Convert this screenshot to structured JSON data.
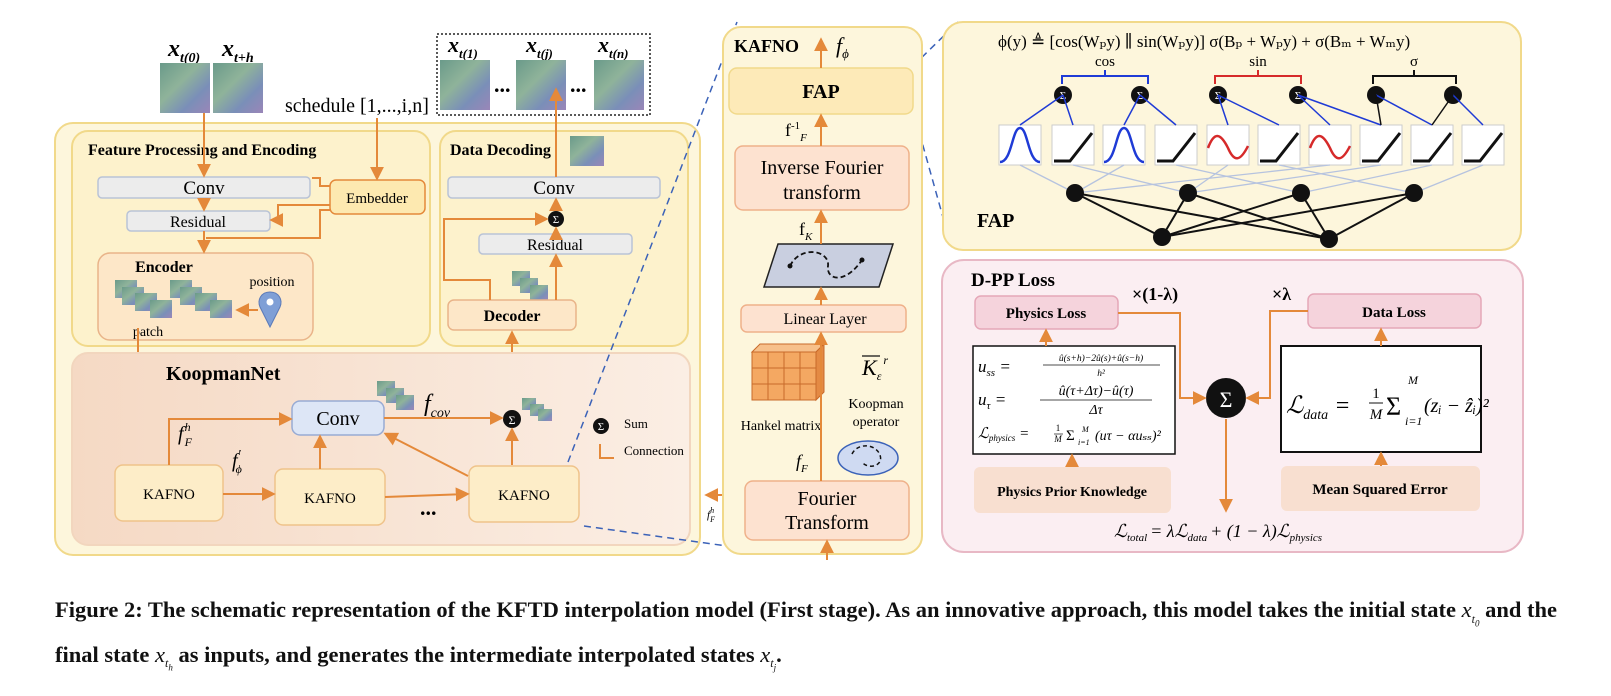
{
  "left": {
    "inputs": {
      "x0": "x",
      "x0_sub": "t(0)",
      "xh": "x",
      "xh_sub": "t+h"
    },
    "outputs": {
      "x1": "x",
      "x1_sub": "t(1)",
      "xj": "x",
      "xj_sub": "t(j)",
      "xn": "x",
      "xn_sub": "t(n)",
      "dots": "..."
    },
    "schedule": "schedule [1,...,i,n]",
    "fpe": {
      "title": "Feature Processing and Encoding",
      "conv": "Conv",
      "residual": "Residual",
      "embedder": "Embedder",
      "encoder": "Encoder",
      "position": "position",
      "patch": "patch"
    },
    "decoding": {
      "title": "Data Decoding",
      "conv": "Conv",
      "residual": "Residual",
      "decoder": "Decoder"
    },
    "koopman": {
      "title": "KoopmanNet",
      "conv": "Conv",
      "kafno1": "KAFNO",
      "kafno2": "KAFNO",
      "kafno3": "KAFNO",
      "dots": "...",
      "f_cov": "f",
      "f_cov_sub": "cov",
      "f_F_h": "f",
      "f_F_h_sub": "F",
      "f_F_h_sup": "h",
      "f_phi_p": "f",
      "f_phi_p_sup": "′",
      "f_phi_p_sub": "ϕ"
    },
    "legend": {
      "sum": "Sum",
      "connection": "Connection"
    },
    "out_label": "f",
    "out_label_sub": "F",
    "out_label_sup": "h"
  },
  "kafno": {
    "title": "KAFNO",
    "f_phi": "f",
    "f_phi_sub": "ϕ",
    "fap": "FAP",
    "inv_label": "f",
    "inv_label_sup": "-1",
    "inv_label_sub": "F",
    "inverse": [
      "Inverse Fourier",
      "transform"
    ],
    "fk": "f",
    "fk_sub": "K",
    "linear": "Linear Layer",
    "hankel": "Hankel matrix",
    "koop_sym": "K",
    "koop_sub": "ε",
    "koop_sup": "r",
    "koop_op": [
      "Koopman",
      "operator"
    ],
    "ff": "f",
    "ff_sub": "F",
    "fourier": [
      "Fourier",
      "Transform"
    ]
  },
  "fap": {
    "equation": "ϕ(y)  ≜  [cos(Wₚy) ∥ sin(Wₚy)] σ(Bₚ + Wₚy) + σ(Bₘ + Wₘy)",
    "cos": "cos",
    "sin": "sin",
    "sigma": "σ",
    "label": "FAP",
    "colors": {
      "cos": "#1f3bd6",
      "sin": "#d62a2a"
    }
  },
  "dpp": {
    "title": "D-PP Loss",
    "physics_loss": "Physics Loss",
    "data_loss": "Data Loss",
    "weight_phys": "×(1-λ)",
    "weight_data": "×λ",
    "eq_uss_lhs": "u",
    "eq_uss_sub": "ss",
    "eq_uss_num": "û(s+h)−2û(s)+û(s−h)",
    "eq_uss_den": "h²",
    "eq_ut_lhs": "u",
    "eq_ut_sub": "τ",
    "eq_ut_num": "û(τ+Δτ)−û(τ)",
    "eq_ut_den": "Δτ",
    "eq_lphys": "ℒ",
    "eq_lphys_sub": "physics",
    "eq_lphys_rhs": "= ",
    "eq_lphys_frac": "1/M",
    "eq_lphys_sum": "Σ",
    "eq_lphys_body": "(uτ − αuₛₛ)²",
    "eq_sum_lo": "i=1",
    "eq_sum_hi": "M",
    "eq_ldata": "ℒ",
    "eq_ldata_sub": "data",
    "eq_ldata_body": "(zᵢ − ẑᵢ)²",
    "physics_prior": "Physics Prior Knowledge",
    "mse": "Mean Squared Error",
    "total": "ℒ",
    "total_sub": "total",
    "total_rhs": "= λℒ",
    "total_rhs_sub": "data",
    "total_rhs2": "+ (1 − λ)ℒ",
    "total_rhs2_sub": "physics"
  },
  "caption": {
    "main": "Figure 2: The schematic representation of the KFTD interpolation model (First stage). As an innovative approach, this model takes the initial state ",
    "x": "x",
    "t0": "t",
    "t0_sub": "0",
    "mid": " and the final state ",
    "th": "t",
    "th_sub": "h",
    "mid2": " as inputs, and generates the intermediate interpolated states ",
    "tj": "t",
    "tj_sub": "j",
    "end": "."
  },
  "colors": {
    "arrow": "#e4893a",
    "panel_yellow": "#fdf6dc",
    "panel_border": "#f1d98a",
    "pink_panel": "#fbeef2",
    "pink_border": "#e8b8c5",
    "dashed_blue": "#3b62b8"
  }
}
